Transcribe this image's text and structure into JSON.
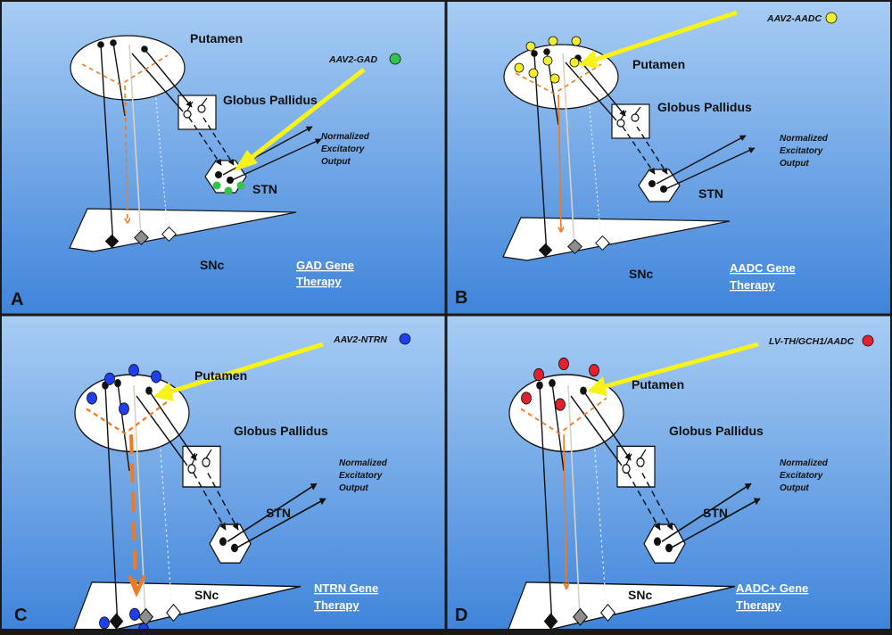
{
  "labels": {
    "putamen": "Putamen",
    "globus_pallidus": "Globus Pallidus",
    "stn": "STN",
    "snc": "SNc",
    "output": [
      "Normalized",
      "Excitatory",
      "Output"
    ]
  },
  "panels": [
    {
      "letter": "A",
      "vector": "AAV2-GAD",
      "dot_color": "#33c24a",
      "therapy": [
        "GAD Gene",
        "Therapy"
      ]
    },
    {
      "letter": "B",
      "vector": "AAV2-AADC",
      "dot_color": "#f2ee2e",
      "therapy": [
        "AADC Gene",
        "Therapy"
      ]
    },
    {
      "letter": "C",
      "vector": "AAV2-NTRN",
      "dot_color": "#1f3ef0",
      "therapy": [
        "NTRN Gene",
        "Therapy"
      ]
    },
    {
      "letter": "D",
      "vector": "LV-TH/GCH1/AADC",
      "dot_color": "#e4202e",
      "therapy": [
        "AADC+ Gene",
        "Therapy"
      ]
    }
  ],
  "colors": {
    "panel_top": "#a8cdf4",
    "panel_bottom": "#3f84da",
    "border": "#1a1a1a",
    "arrow": "#f6f21a",
    "dopamine": "#f07a22"
  }
}
